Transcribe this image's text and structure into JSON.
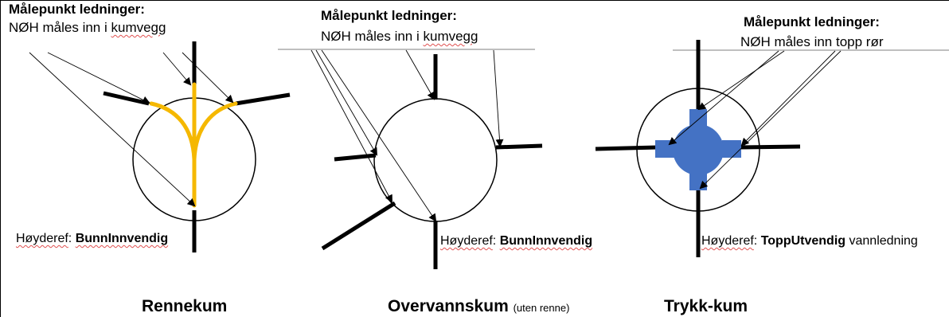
{
  "colors": {
    "line": "#000000",
    "flow_channel": "#f5b800",
    "pressure_fitting": "#4472c4",
    "spellcheck_underline": "#e05050"
  },
  "panels": [
    {
      "id": "rennekum",
      "heading_bold": "Målepunkt ledninger:",
      "subheading_prefix": "NØH måles inn i ",
      "subheading_underlined": "kumvegg",
      "reference_label": "Høyderef",
      "reference_value": "BunnInnvendig",
      "reference_suffix": "",
      "caption": "Rennekum",
      "caption_note": ""
    },
    {
      "id": "overvannskum",
      "heading_bold": "Målepunkt ledninger:",
      "subheading_prefix": "NØH måles inn i ",
      "subheading_underlined": "kumvegg",
      "reference_label": "Høyderef",
      "reference_value": "BunnInnvendig",
      "reference_suffix": "",
      "caption": "Overvannskum",
      "caption_note": "(uten renne)"
    },
    {
      "id": "trykk-kum",
      "heading_bold": "Målepunkt ledninger:",
      "subheading_prefix": "NØH måles inn topp rør",
      "subheading_underlined": "",
      "reference_label": "Høyderef",
      "reference_value": "ToppUtvendig",
      "reference_suffix": " vannledning",
      "caption": "Trykk-kum",
      "caption_note": ""
    }
  ]
}
